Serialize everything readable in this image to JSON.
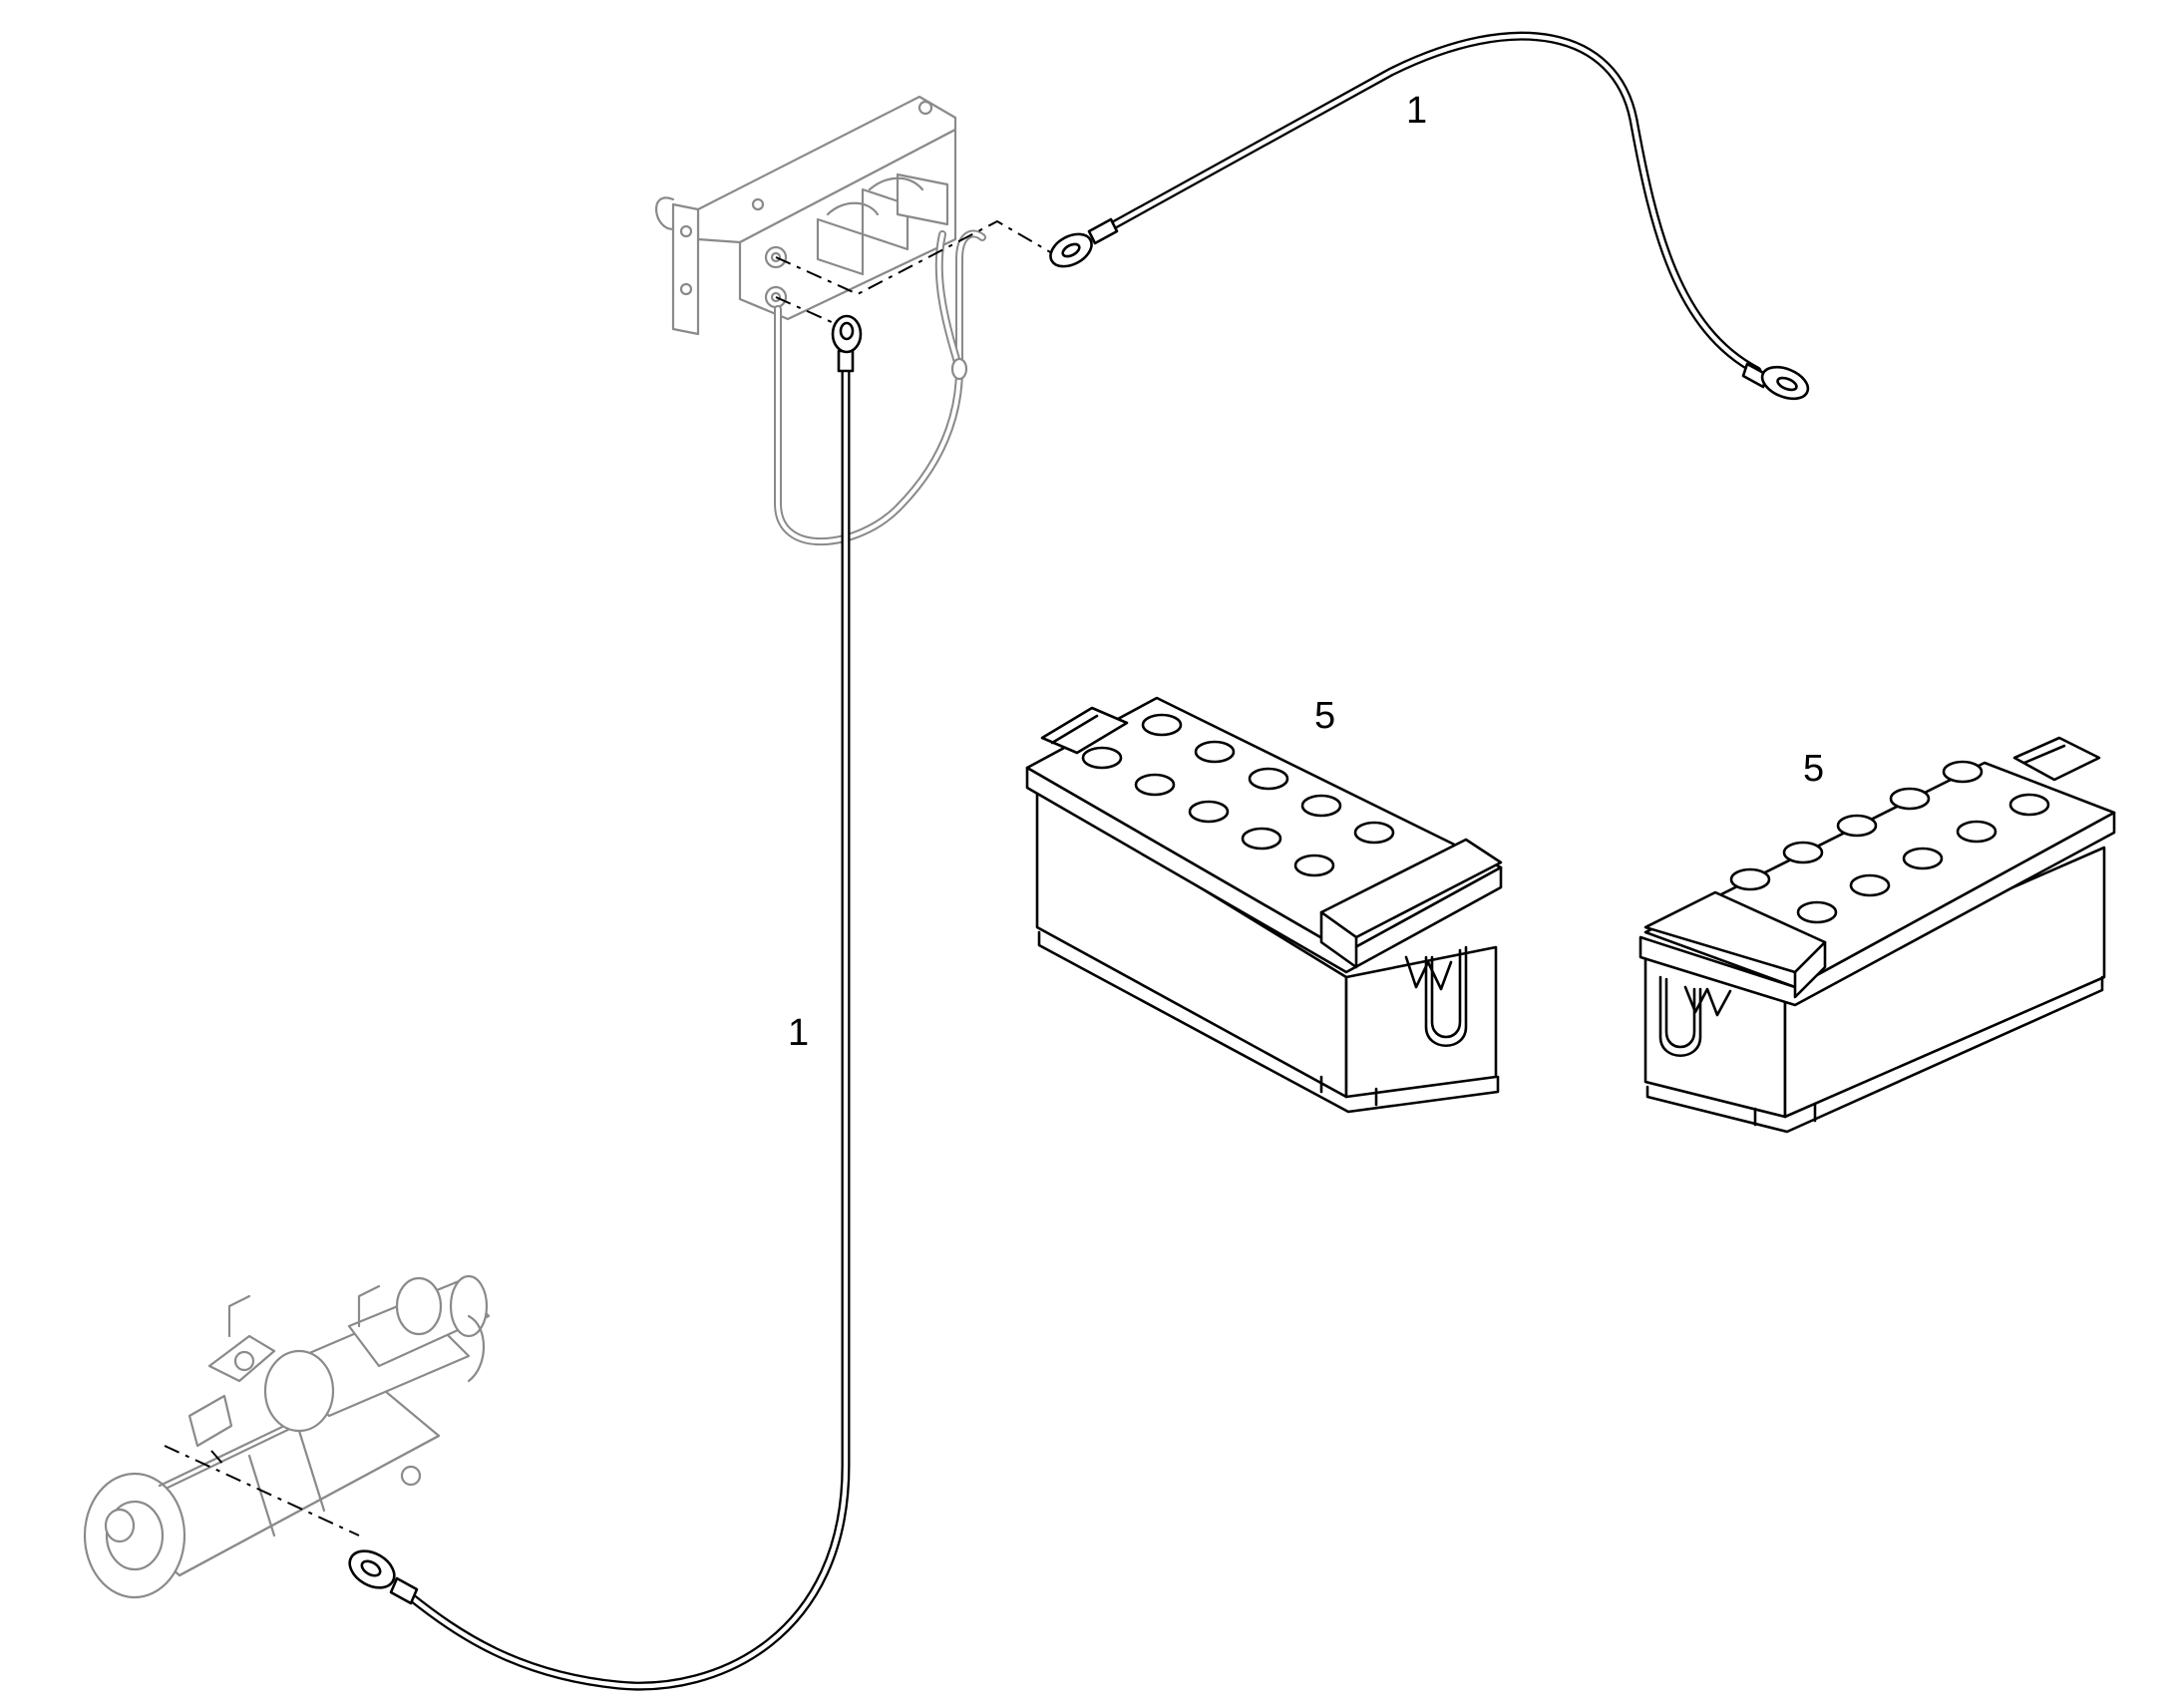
{
  "callouts": {
    "cable_top": "1",
    "cable_vertical": "1",
    "battery_left": "5",
    "battery_right": "5"
  },
  "colors": {
    "line": "#000000",
    "ghost_line": "#8a8a8a",
    "background": "#ffffff"
  }
}
